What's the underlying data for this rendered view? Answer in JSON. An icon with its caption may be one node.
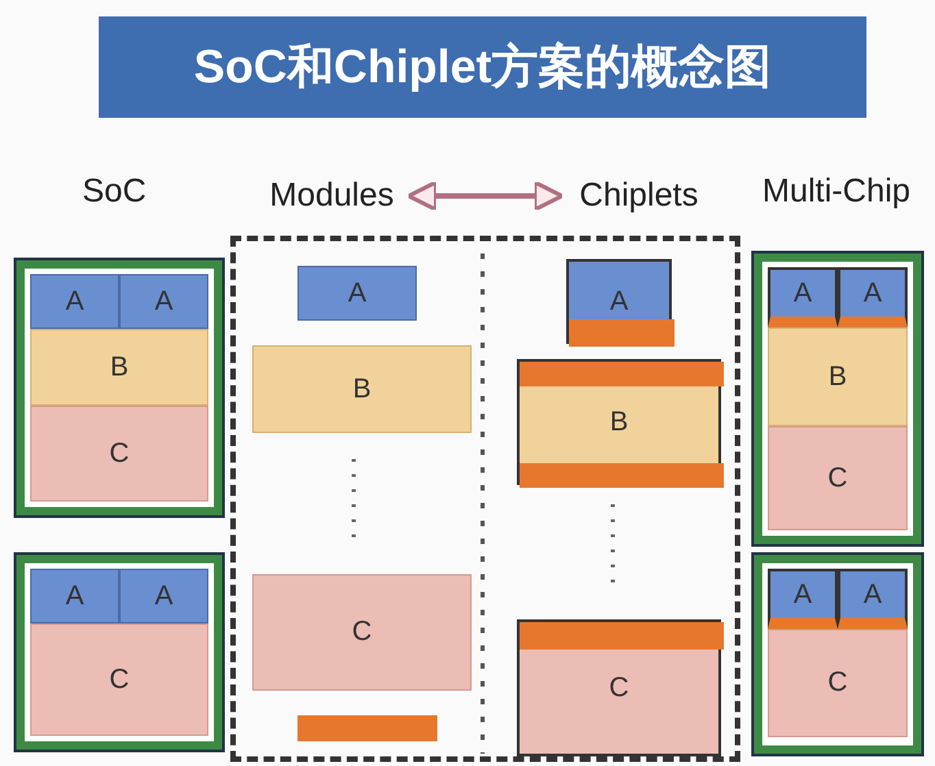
{
  "diagram": {
    "title": "SoC和Chiplet方案的概念图",
    "nodes": [
      {
        "text": [
          "Modules"
        ]
      },
      {
        "text": [
          "Chiplets"
        ]
      },
      {
        "text": [],
        "shape": "box"
      },
      {
        "text": [
          "A"
        ],
        "in": 2
      },
      {
        "text": [
          "A"
        ],
        "in": 2
      },
      {
        "text": [
          "B"
        ],
        "in": 2
      },
      {
        "text": [
          "C"
        ],
        "in": 2
      },
      {
        "text": [],
        "shape": "box"
      },
      {
        "text": [
          "A"
        ],
        "in": 7
      },
      {
        "text": [
          "A"
        ],
        "in": 7
      },
      {
        "text": [
          "C"
        ],
        "in": 7
      },
      {
        "text": [],
        "shape": "box"
      },
      {
        "text": [
          "A"
        ],
        "in": 11
      },
      {
        "text": [
          "B"
        ],
        "in": 11
      },
      {
        "text": [
          "C"
        ],
        "in": 11
      },
      {
        "text": [],
        "shape": "bar",
        "in": 11
      },
      {
        "text": [
          "A"
        ],
        "in": 11
      },
      {
        "text": [],
        "shape": "bar",
        "in": 16
      },
      {
        "text": [
          "B"
        ],
        "in": 11
      },
      {
        "text": [],
        "shape": "bar",
        "in": 18
      },
      {
        "text": [],
        "shape": "bar",
        "in": 18
      },
      {
        "text": [
          "C"
        ],
        "in": 11
      },
      {
        "text": [],
        "shape": "bar",
        "in": 21
      },
      {
        "text": [],
        "shape": "box"
      },
      {
        "text": [
          "A"
        ],
        "in": 23
      },
      {
        "text": [
          "A"
        ],
        "in": 23
      },
      {
        "text": [
          "B"
        ],
        "in": 23
      },
      {
        "text": [
          "C"
        ],
        "in": 23
      },
      {
        "text": [],
        "shape": "box"
      },
      {
        "text": [
          "A"
        ],
        "in": 28
      },
      {
        "text": [
          "A"
        ],
        "in": 28
      },
      {
        "text": [
          "C"
        ],
        "in": 28
      }
    ],
    "edges": [
      {
        "from": 0,
        "to": 1,
        "arrow": "both"
      }
    ],
    "labels": [
      "SoC",
      "Multi-Chip"
    ]
  }
}
